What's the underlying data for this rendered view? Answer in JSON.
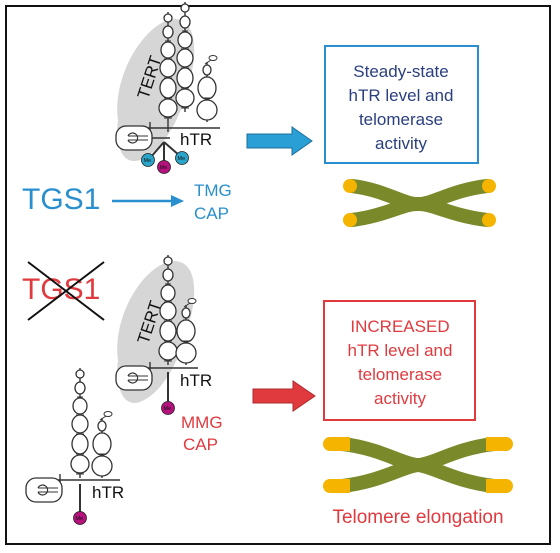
{
  "colors": {
    "blue": "#2a8fce",
    "red": "#e03a3e",
    "dark_blue_text": "#2a3f7e",
    "tert_gray": "#d6d6d6",
    "chromosome": "#7a8a2a",
    "telomere": "#f5b400",
    "me_tmg_side": "#2aa4c9",
    "me_center": "#b5127d"
  },
  "top": {
    "tert_label": "TERT",
    "htr_label": "hTR",
    "me_label": "Me",
    "tgs1_label": "TGS1",
    "cap_line1": "TMG",
    "cap_line2": "CAP",
    "result_line1": "Steady-state",
    "result_line2": "hTR level and",
    "result_line3": "telomerase",
    "result_line4": "activity"
  },
  "bottom": {
    "tgs1_crossed_label": "TGS1",
    "tert_label": "TERT",
    "htr_label_bound": "hTR",
    "htr_label_free": "hTR",
    "me_label": "Me",
    "cap_line1": "MMG",
    "cap_line2": "CAP",
    "result_line1": "INCREASED",
    "result_line2": "hTR level and",
    "result_line3": "telomerase",
    "result_line4": "activity",
    "elongation_label": "Telomere elongation"
  }
}
